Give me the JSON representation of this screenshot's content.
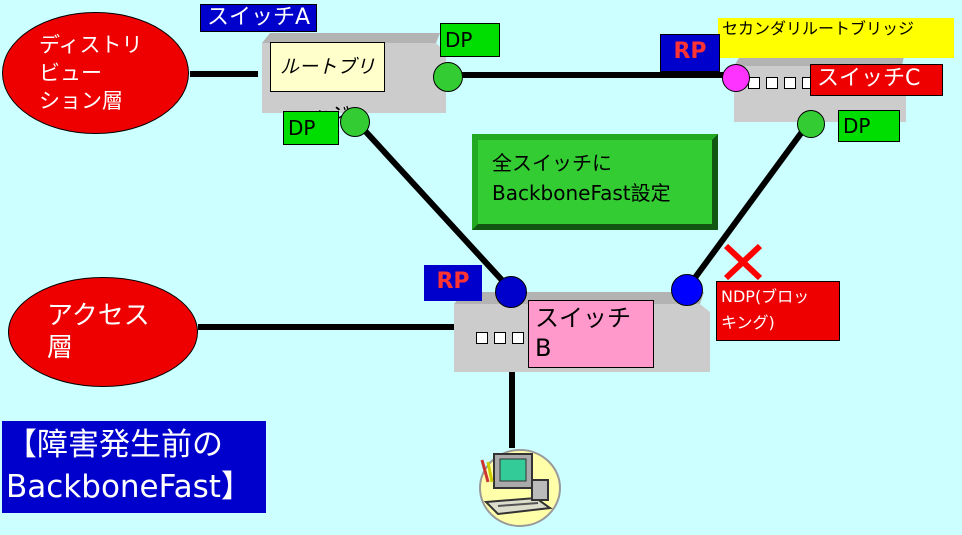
{
  "distribution_layer": "ディストリ\nビュー\nション層",
  "access_layer": "アクセス\n層",
  "switch_a": {
    "name": "スイッチA",
    "role": "ルートブリッジ",
    "port_upper": "DP",
    "port_lower": "DP"
  },
  "switch_b": {
    "name": "スイッチ\nB",
    "port_left": "RP"
  },
  "switch_c": {
    "name": "スイッチC",
    "role": "セカンダリルートブリッジ",
    "port_left": "RP",
    "port_lower": "DP"
  },
  "blocked_port_label": "NDP(ブロッ\nキング)",
  "config_note": "全スイッチに\nBackboneFast設定",
  "caption": "【障害発生前の\nBackboneFast】",
  "colors": {
    "background": "#ccffff",
    "designated_port": "#33cc33",
    "root_port": "#0000cc",
    "blocked_port": "#0000ff",
    "secondary_root_port": "#ff33ff",
    "block_mark": "#ff0000"
  }
}
